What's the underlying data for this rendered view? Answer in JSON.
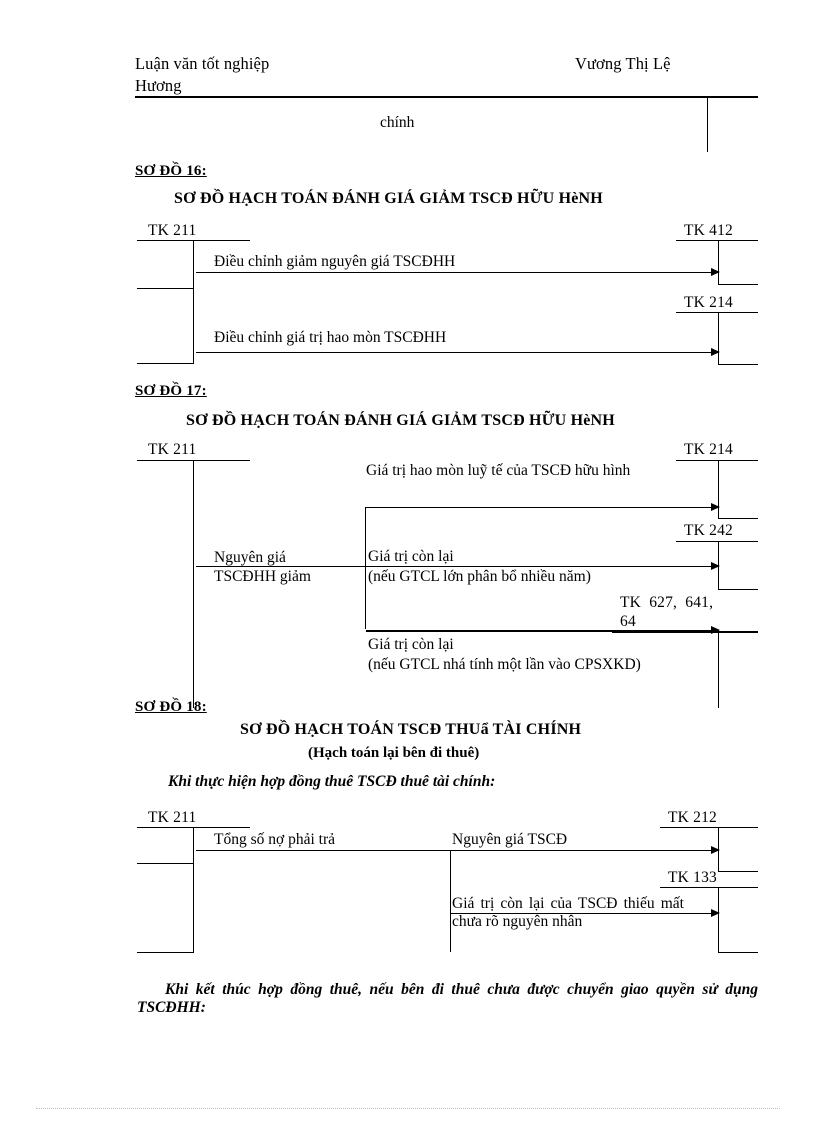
{
  "header": {
    "left_line1": "Luận văn tốt nghiệp",
    "left_line2": "Hương",
    "right": "Vương Thị Lệ",
    "continuation_word": "chính"
  },
  "diagrams": [
    {
      "label": "SƠ ĐỒ 16:",
      "title": "SƠ ĐỒ HẠCH TOÁN ĐÁNH GIÁ GIẢM TSCĐ HỮU HèNH",
      "subtitle": "",
      "accounts": {
        "left": "TK 211",
        "right_1": "TK 412",
        "right_2": "TK 214"
      },
      "flows": [
        "Điều chỉnh giảm nguyên giá TSCĐHH",
        "Điều chỉnh giá trị hao mòn TSCĐHH"
      ]
    },
    {
      "label": "SƠ ĐỒ 17:",
      "title": "SƠ ĐỒ HẠCH TOÁN ĐÁNH GIÁ GIẢM TSCĐ HỮU HèNH",
      "subtitle": "",
      "accounts": {
        "left": "TK 211",
        "right_1": "TK 214",
        "right_2": "TK 242",
        "right_3_line1": "TK  627,  641,",
        "right_3_line2": "64"
      },
      "flows": {
        "left_label_line1": "Nguyên giá",
        "left_label_line2": "TSCĐHH giảm",
        "branch_1": "Giá trị hao mòn luỹ tế của TSCĐ hữu hình",
        "branch_2_line1": "Giá trị còn lại",
        "branch_2_line2": "(nếu GTCL lớn phân bổ nhiều năm)",
        "branch_3_line1": "Giá trị còn lại",
        "branch_3_line2": "(nếu GTCL nhá tính một lần vào CPSXKD)"
      }
    },
    {
      "label": "SƠ ĐỒ 18:",
      "title": "SƠ ĐỒ HẠCH TOÁN TSCĐ THUẩ TÀI CHÍNH",
      "subtitle": "(Hạch toán lại bên đi thuê)",
      "intro_note": "Khi thực hiện hợp đồng thuê TSCĐ thuê tài chính:",
      "accounts": {
        "left": "TK 211",
        "right_1": "TK 212",
        "right_2": "TK 133"
      },
      "flows": {
        "left_label": "Tổng số nợ phải trả",
        "branch_1": "Nguyên giá TSCĐ",
        "branch_2": "Giá trị còn lại của TSCĐ thiếu mất chưa rõ nguyên nhân"
      },
      "closing_note": "Khi kết thúc hợp đồng thuê, nếu bên đi thuê chưa được chuyển giao quyền sử dụng TSCĐHH:"
    }
  ],
  "colors": {
    "ink": "#000000",
    "page": "#ffffff",
    "footer_rule": "#b9c4b0"
  }
}
